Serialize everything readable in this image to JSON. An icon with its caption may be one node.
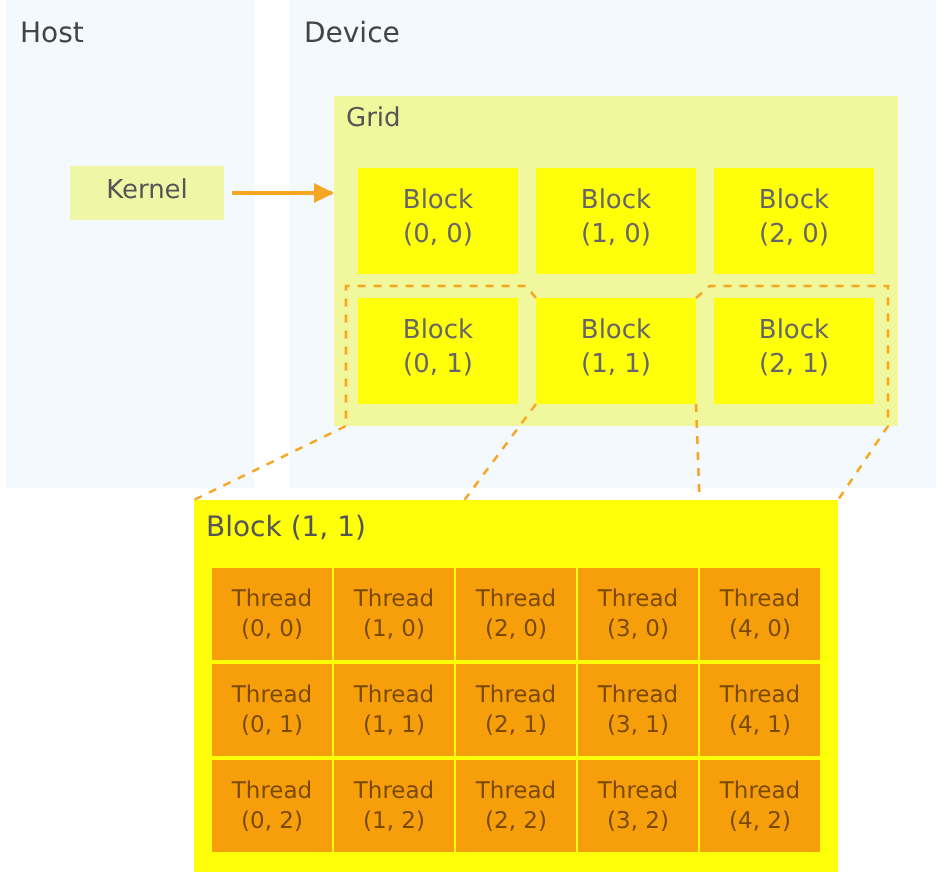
{
  "diagram": {
    "nodes": [
      {
        "text": [
          "Host"
        ]
      },
      {
        "text": [
          "Kernel"
        ],
        "in": 0
      },
      {
        "text": [
          "Device"
        ]
      },
      {
        "text": [
          "Grid"
        ],
        "in": 2
      },
      {
        "text": [
          "Block (0, 0)"
        ],
        "in": 3
      },
      {
        "text": [
          "Block (1, 0)"
        ],
        "in": 3
      },
      {
        "text": [
          "Block (2, 0)"
        ],
        "in": 3
      },
      {
        "text": [
          "Block (0, 1)"
        ],
        "in": 3
      },
      {
        "text": [
          "Block (1, 1)"
        ],
        "in": 3
      },
      {
        "text": [
          "Block (2, 1)"
        ],
        "in": 3
      },
      {
        "text": [
          "Block (1, 1)"
        ]
      },
      {
        "text": [
          "Thread (0, 0)"
        ],
        "in": 10
      },
      {
        "text": [
          "Thread (1, 0)"
        ],
        "in": 10
      },
      {
        "text": [
          "Thread (2, 0)"
        ],
        "in": 10
      },
      {
        "text": [
          "Thread (3, 0)"
        ],
        "in": 10
      },
      {
        "text": [
          "Thread (4, 0)"
        ],
        "in": 10
      },
      {
        "text": [
          "Thread (0, 1)"
        ],
        "in": 10
      },
      {
        "text": [
          "Thread (1, 1)"
        ],
        "in": 10
      },
      {
        "text": [
          "Thread (2, 1)"
        ],
        "in": 10
      },
      {
        "text": [
          "Thread (3, 1)"
        ],
        "in": 10
      },
      {
        "text": [
          "Thread (4, 1)"
        ],
        "in": 10
      },
      {
        "text": [
          "Thread (0, 2)"
        ],
        "in": 10
      },
      {
        "text": [
          "Thread (1, 2)"
        ],
        "in": 10
      },
      {
        "text": [
          "Thread (2, 2)"
        ],
        "in": 10
      },
      {
        "text": [
          "Thread (3, 2)"
        ],
        "in": 10
      },
      {
        "text": [
          "Thread (4, 2)"
        ],
        "in": 10
      }
    ],
    "edges": [
      {
        "from": 1,
        "to": 3,
        "arrow": "to"
      },
      {
        "from": 8,
        "to": 10,
        "arrow": "none",
        "style": "dashed"
      },
      {
        "from": 8,
        "to": 10,
        "arrow": "none",
        "style": "dashed"
      },
      {
        "from": 8,
        "to": 10,
        "arrow": "none",
        "style": "dashed"
      },
      {
        "from": 8,
        "to": 10,
        "arrow": "none",
        "style": "dashed"
      }
    ]
  }
}
